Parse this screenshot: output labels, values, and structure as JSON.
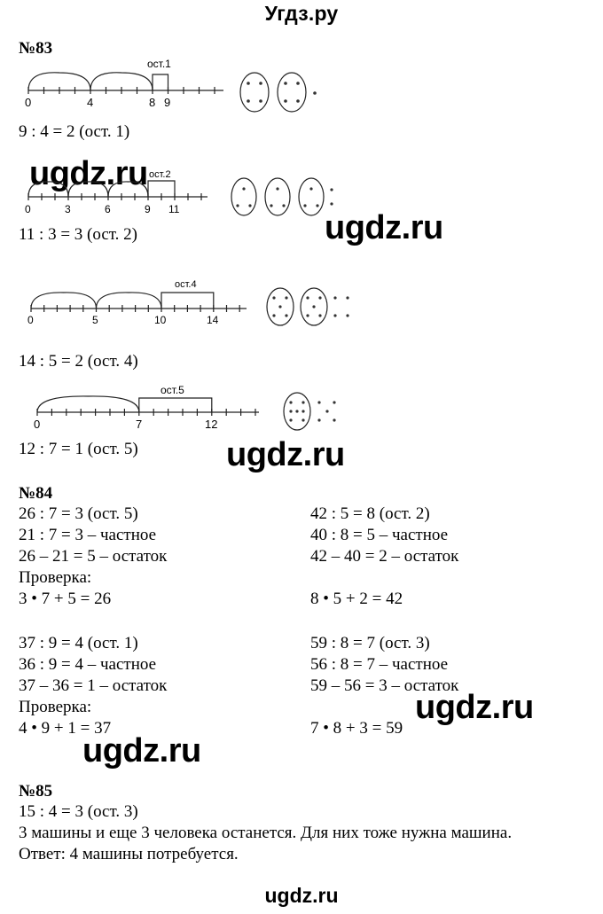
{
  "header": {
    "title": "Угдз.ру"
  },
  "task83": {
    "number": "№83",
    "diagrams": [
      {
        "divisor": 4,
        "dividend": 9,
        "quotient": 2,
        "remainder": 1,
        "labels": [
          "0",
          "4",
          "8",
          "9"
        ],
        "remainder_label": "ост.1",
        "equation": "9 : 4 = 2 (ост. 1)"
      },
      {
        "divisor": 3,
        "dividend": 11,
        "quotient": 3,
        "remainder": 2,
        "labels": [
          "0",
          "3",
          "6",
          "9",
          "11"
        ],
        "remainder_label": "ост.2",
        "equation": "11 : 3 = 3 (ост. 2)"
      },
      {
        "divisor": 5,
        "dividend": 14,
        "quotient": 2,
        "remainder": 4,
        "labels": [
          "0",
          "5",
          "10",
          "14"
        ],
        "remainder_label": "ост.4",
        "equation": "14 : 5 = 2 (ост. 4)"
      },
      {
        "divisor": 7,
        "dividend": 12,
        "quotient": 1,
        "remainder": 5,
        "labels": [
          "0",
          "7",
          "12"
        ],
        "remainder_label": "ост.5",
        "equation": "12 : 7 = 1 (ост. 5)"
      }
    ]
  },
  "task84": {
    "number": "№84",
    "blocks": [
      {
        "left": [
          "26 : 7 = 3 (ост. 5)",
          "21 : 7 = 3 – частное",
          "26 – 21 = 5 – остаток",
          "Проверка:",
          "3 • 7 + 5 = 26"
        ],
        "right": [
          "42 : 5 = 8 (ост. 2)",
          "40 : 8 = 5 – частное",
          "42 – 40 = 2 – остаток",
          "",
          "8 • 5 + 2 = 42"
        ]
      },
      {
        "left": [
          "37 : 9 = 4 (ост. 1)",
          "36 : 9 = 4 – частное",
          "37 – 36 = 1 – остаток",
          "Проверка:",
          "4 • 9 + 1 = 37"
        ],
        "right": [
          "59 : 8 = 7 (ост. 3)",
          "56 : 8 = 7 – частное",
          "59 – 56 = 3 – остаток",
          "",
          "7 • 8 + 3 = 59"
        ]
      }
    ]
  },
  "task85": {
    "number": "№85",
    "lines": [
      "15 : 4 = 3 (ост. 3)",
      "3 машины и еще 3 человека останется. Для них тоже нужна машина.",
      "Ответ: 4 машины потребуется."
    ]
  },
  "watermarks": {
    "text": "ugdz.ru",
    "footer": "ugdz.ru"
  }
}
